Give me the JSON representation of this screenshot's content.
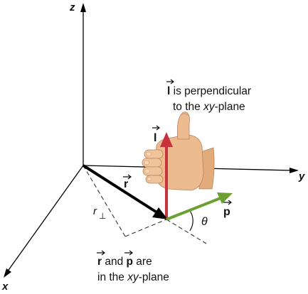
{
  "axes": {
    "z_label": "z",
    "y_label": "y",
    "x_label": "x"
  },
  "vectors": {
    "r_label": "r",
    "p_label": "p",
    "l_label": "l",
    "r_perp_label": "r",
    "r_perp_sub": "⊥",
    "theta_label": "θ"
  },
  "captions": {
    "top_l": "l",
    "top_line1_rest": " is perpendicular",
    "top_line2_a": "to the ",
    "top_line2_xy": "xy",
    "top_line2_b": "-plane",
    "bottom_r": "r",
    "bottom_and": " and ",
    "bottom_p": "p",
    "bottom_rest1": " are",
    "bottom_line2_a": "in the ",
    "bottom_line2_xy": "xy",
    "bottom_line2_b": "-plane"
  },
  "colors": {
    "axis": "#000000",
    "r_vector": "#000000",
    "l_vector": "#c8323a",
    "p_vector": "#6ca032",
    "dashed": "#333333",
    "skin": "#e9b88c"
  },
  "icons": {
    "hand": "thumbs-up-hand-icon"
  }
}
